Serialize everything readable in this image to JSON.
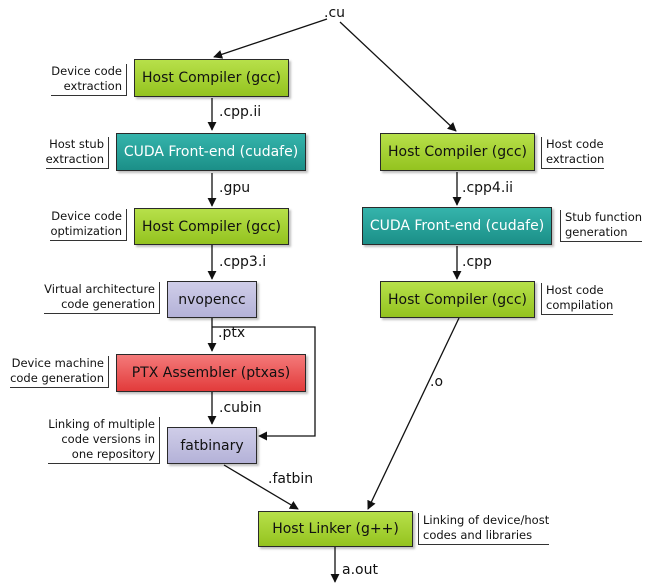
{
  "nodes": {
    "source": ".cu",
    "dev_gcc1": "Host Compiler (gcc)",
    "dev_cudafe": "CUDA Front-end (cudafe)",
    "dev_gcc2": "Host Compiler (gcc)",
    "nvopencc": "nvopencc",
    "ptxas": "PTX Assembler (ptxas)",
    "fatbinary": "fatbinary",
    "host_gcc1": "Host Compiler (gcc)",
    "host_cudafe": "CUDA Front-end (cudafe)",
    "host_gcc2": "Host Compiler (gcc)",
    "linker": "Host Linker (g++)"
  },
  "edges": {
    "cpp_ii": ".cpp.ii",
    "gpu": ".gpu",
    "cpp3_i": ".cpp3.i",
    "ptx": ".ptx",
    "cubin": ".cubin",
    "fatbin": ".fatbin",
    "cpp4_ii": ".cpp4.ii",
    "cpp": ".cpp",
    "o": ".o",
    "output": "a.out"
  },
  "notes": {
    "device_code_extraction": [
      "Device code",
      "extraction"
    ],
    "host_stub_extraction": [
      "Host stub",
      "extraction"
    ],
    "device_code_optimization": [
      "Device code",
      "optimization"
    ],
    "virtual_arch_codegen": [
      "Virtual architecture",
      "code generation"
    ],
    "device_machine_codegen": [
      "Device machine",
      "code generation"
    ],
    "linking_multiple_versions": [
      "Linking of multiple",
      "code versions in",
      "one repository"
    ],
    "host_code_extraction": [
      "Host code",
      "extraction"
    ],
    "stub_function_generation": [
      "Stub function",
      "generation"
    ],
    "host_code_compilation": [
      "Host code",
      "compilation"
    ],
    "linking_device_host": [
      "Linking of device/host",
      "codes and libraries"
    ]
  },
  "colors": {
    "green": "#a4d030",
    "teal": "#24a19a",
    "violet": "#c2c0e0",
    "red": "#ea5555"
  }
}
